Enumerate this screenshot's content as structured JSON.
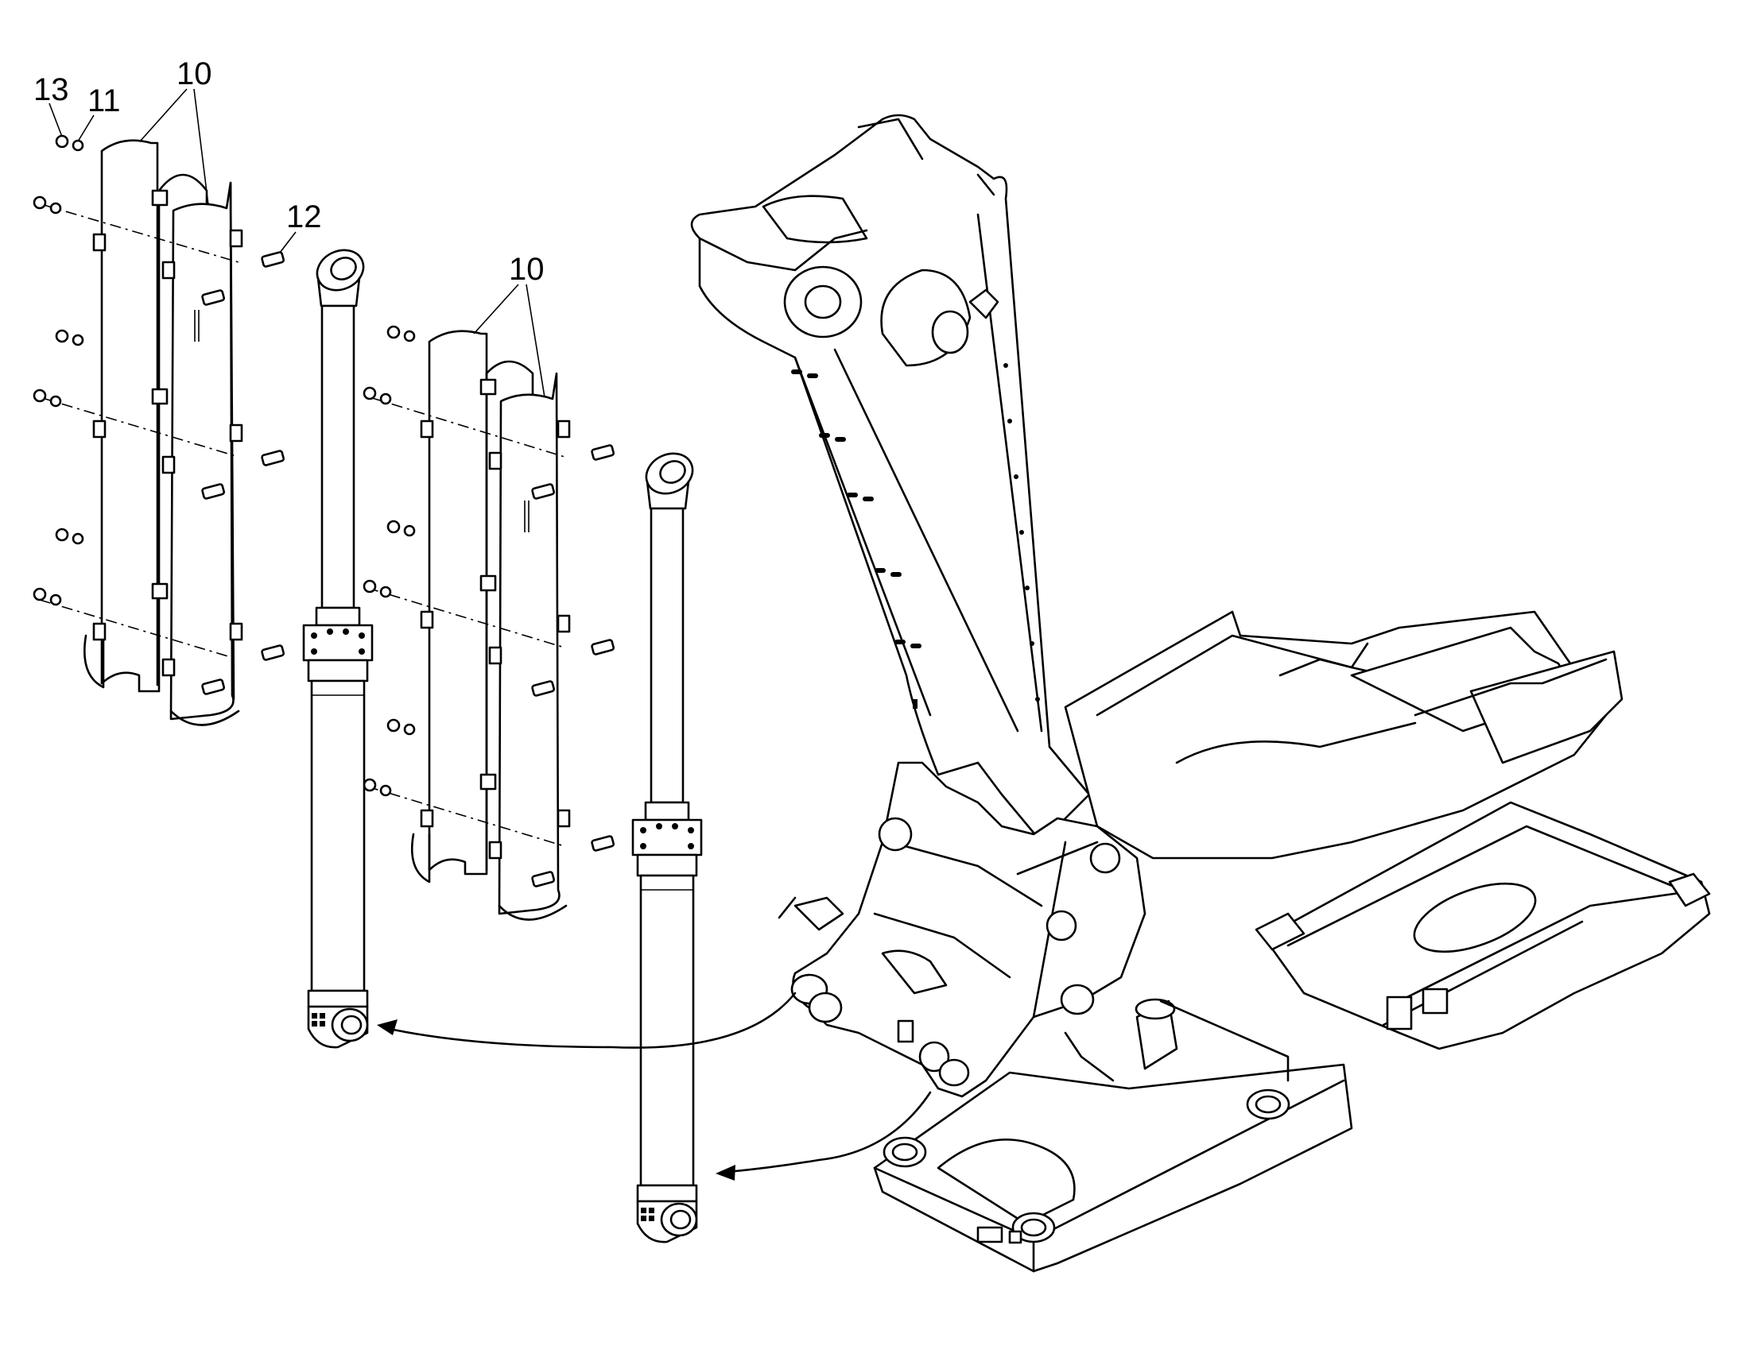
{
  "callouts": {
    "c13": "13",
    "c11": "11",
    "c10a": "10",
    "c12": "12",
    "c10b": "10"
  },
  "colors": {
    "line": "#000000",
    "background": "#ffffff"
  },
  "icons": [
    "cylinder-cover-panel",
    "hydraulic-cylinder",
    "bolt",
    "washer",
    "nut",
    "boom",
    "upper-frame",
    "arrow"
  ]
}
